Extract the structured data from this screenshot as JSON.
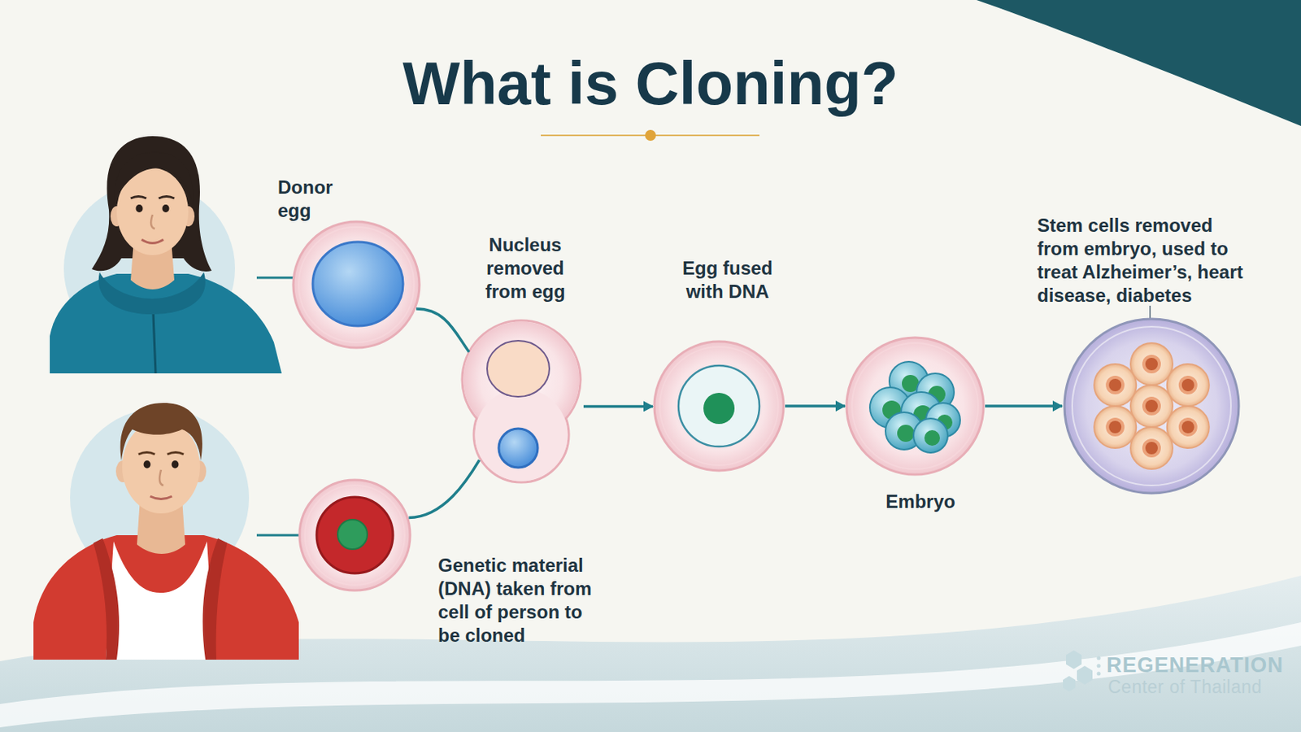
{
  "diagram": {
    "title": "What is Cloning?",
    "nodes": [
      {
        "text": [
          "Donor egg"
        ]
      },
      {
        "text": [
          "Genetic material (DNA) taken from cell of person to be cloned"
        ]
      },
      {
        "text": [
          "Nucleus removed from egg"
        ]
      },
      {
        "text": [
          "Egg fused with DNA"
        ]
      },
      {
        "text": [
          "Embryo"
        ]
      },
      {
        "text": [
          "Stem cells removed from embryo, used to treat Alzheimer’s, heart disease, diabetes"
        ]
      }
    ],
    "edges": [
      {
        "from": 0,
        "to": 2,
        "arrow": "none"
      },
      {
        "from": 1,
        "to": 2,
        "arrow": "none"
      },
      {
        "from": 2,
        "to": 3,
        "arrow": "to"
      },
      {
        "from": 3,
        "to": 4,
        "arrow": "to"
      },
      {
        "from": 4,
        "to": 5,
        "arrow": "to"
      }
    ],
    "labels": [
      "REGENERATION",
      "Center of Thailand"
    ]
  }
}
